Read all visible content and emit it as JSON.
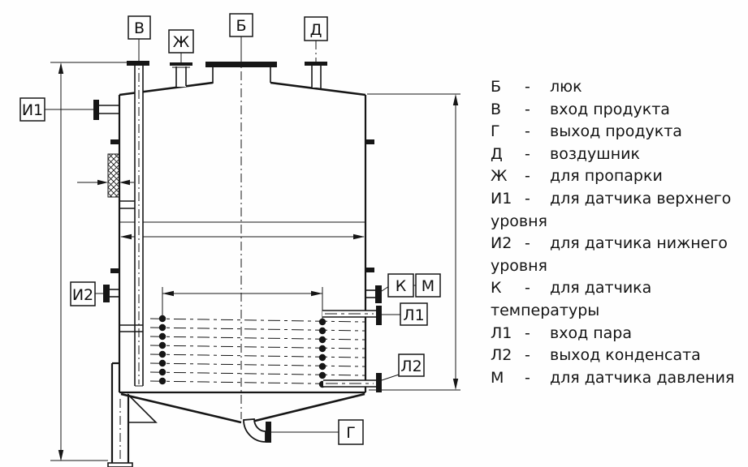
{
  "legend": {
    "dash": "-",
    "entries": [
      {
        "key": "Б",
        "desc": "люк"
      },
      {
        "key": "В",
        "desc": "вход продукта"
      },
      {
        "key": "Г",
        "desc": "выход продукта"
      },
      {
        "key": "Д",
        "desc": "воздушник"
      },
      {
        "key": "Ж",
        "desc": "для пропарки"
      },
      {
        "key": "И1",
        "desc": "для датчика верхнего уровня"
      },
      {
        "key": "И2",
        "desc": "для датчика нижнего уровня"
      },
      {
        "key": "К",
        "desc": "для датчика температуры"
      },
      {
        "key": "Л1",
        "desc": "вход пара"
      },
      {
        "key": "Л2",
        "desc": "выход конденсата"
      },
      {
        "key": "М",
        "desc": "для датчика давления"
      }
    ]
  },
  "drawing": {
    "labels": {
      "b": "Б",
      "v": "В",
      "zh": "Ж",
      "d": "Д",
      "i1": "И1",
      "i2": "И2",
      "k": "К",
      "m": "М",
      "l1": "Л1",
      "l2": "Л2",
      "g": "Г"
    },
    "colors": {
      "ink": "#161616",
      "paper": "#fefefe"
    }
  }
}
